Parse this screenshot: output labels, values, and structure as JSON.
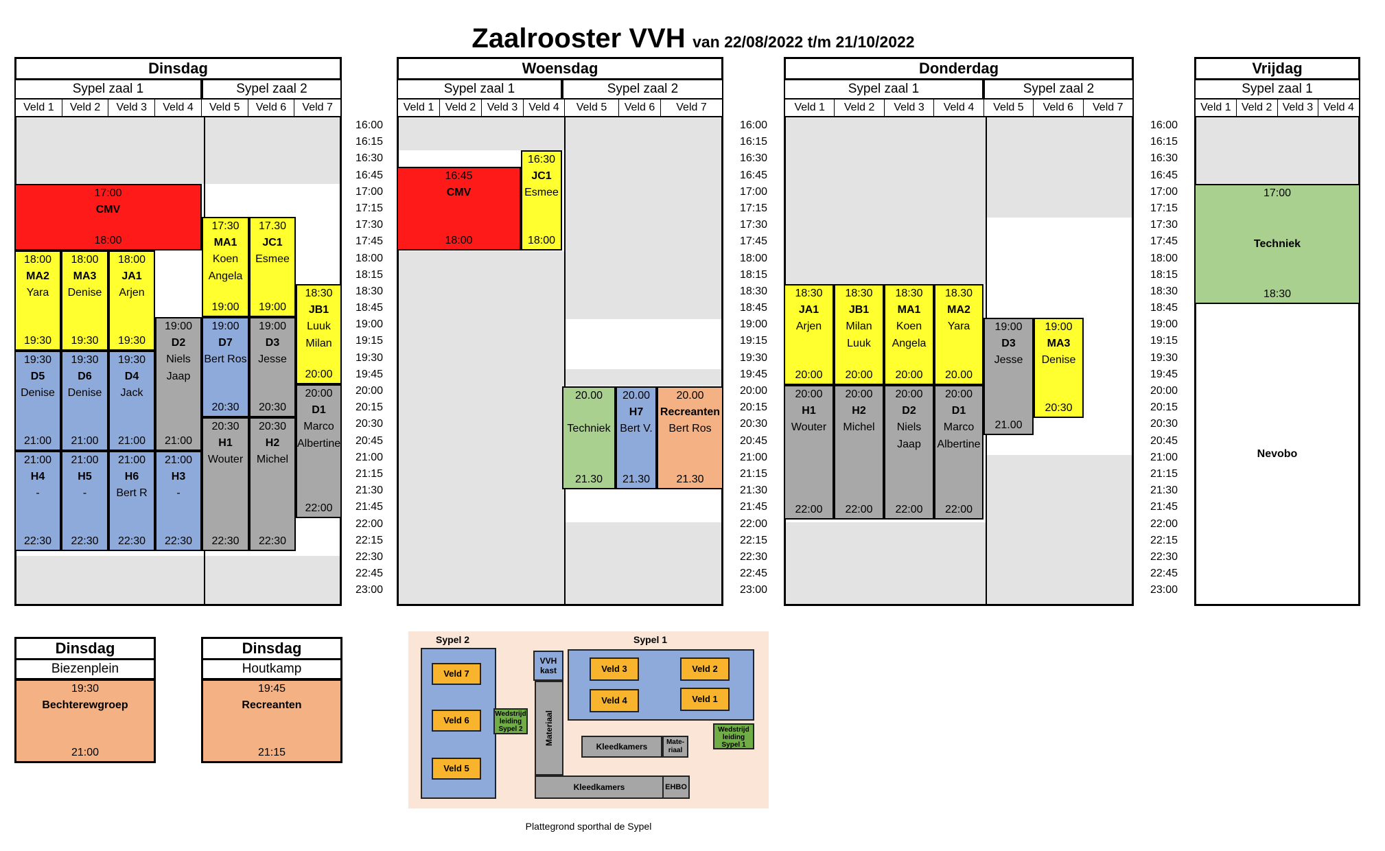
{
  "title": {
    "main": "Zaalrooster VVH",
    "range": "van 22/08/2022 t/m 21/10/2022"
  },
  "times": [
    "16:00",
    "16:15",
    "16:30",
    "16:45",
    "17:00",
    "17:15",
    "17:30",
    "17:45",
    "18:00",
    "18:15",
    "18:30",
    "18:45",
    "19:00",
    "19:15",
    "19:30",
    "19:45",
    "20:00",
    "20:15",
    "20:30",
    "20:45",
    "21:00",
    "21:15",
    "21:30",
    "21:45",
    "22:00",
    "22:15",
    "22:30",
    "22:45",
    "23:00"
  ],
  "days": {
    "dinsdag": {
      "name": "Dinsdag",
      "zaal1": "Sypel zaal 1",
      "zaal2": "Sypel zaal 2",
      "velden": [
        "Veld 1",
        "Veld 2",
        "Veld 3",
        "Veld 4",
        "Veld 5",
        "Veld 6",
        "Veld 7"
      ],
      "blocks": [
        {
          "lines": [
            "17:00",
            "CMV"
          ],
          "end": "18:00"
        },
        {
          "lines": [
            "17:30",
            "MA1",
            "Koen",
            "Angela"
          ],
          "end": "19:00"
        },
        {
          "lines": [
            "17.30",
            "JC1",
            "Esmee"
          ],
          "end": "19:00"
        },
        {
          "lines": [
            "18:00",
            "MA2",
            "Yara"
          ],
          "end": "19:30"
        },
        {
          "lines": [
            "18:00",
            "MA3",
            "Denise"
          ],
          "end": "19:30"
        },
        {
          "lines": [
            "18:00",
            "JA1",
            "Arjen"
          ],
          "end": "19:30"
        },
        {
          "lines": [
            "18:30",
            "JB1",
            "Luuk",
            "Milan"
          ],
          "end": "20:00"
        },
        {
          "lines": [
            "19:00",
            "D2",
            "Niels",
            "Jaap"
          ],
          "end": "21:00"
        },
        {
          "lines": [
            "19:00",
            "D7",
            "Bert Ros"
          ],
          "end": "20:30"
        },
        {
          "lines": [
            "19:00",
            "D3",
            "Jesse"
          ],
          "end": "20:30"
        },
        {
          "lines": [
            "19:30",
            "D5",
            "Denise"
          ],
          "end": "21:00"
        },
        {
          "lines": [
            "19:30",
            "D6",
            "Denise"
          ],
          "end": "21:00"
        },
        {
          "lines": [
            "19:30",
            "D4",
            "Jack"
          ],
          "end": "21:00"
        },
        {
          "lines": [
            "20:00",
            "D1",
            "Marco",
            "Albertine"
          ],
          "end": "22:00"
        },
        {
          "lines": [
            "20:30",
            "H1",
            "Wouter"
          ],
          "end": "22:30"
        },
        {
          "lines": [
            "20:30",
            "H2",
            "Michel"
          ],
          "end": "22:30"
        },
        {
          "lines": [
            "21:00",
            "H4",
            "-"
          ],
          "end": "22:30"
        },
        {
          "lines": [
            "21:00",
            "H5",
            "-"
          ],
          "end": "22:30"
        },
        {
          "lines": [
            "21:00",
            "H6",
            "Bert R"
          ],
          "end": "22:30"
        },
        {
          "lines": [
            "21:00",
            "H3",
            "-"
          ],
          "end": "22:30"
        }
      ]
    },
    "woensdag": {
      "name": "Woensdag",
      "zaal1": "Sypel zaal 1",
      "zaal2": "Sypel zaal 2",
      "velden": [
        "Veld 1",
        "Veld 2",
        "Veld 3",
        "Veld 4",
        "Veld 5",
        "Veld 6",
        "Veld 7"
      ],
      "blocks": [
        {
          "lines": [
            "16:45",
            "CMV"
          ],
          "end": "18:00"
        },
        {
          "lines": [
            "16:30",
            "JC1",
            "Esmee"
          ],
          "end": "18:00"
        },
        {
          "lines": [
            "20.00",
            "",
            "",
            "Techniek"
          ],
          "end": "21.30"
        },
        {
          "lines": [
            "20.00",
            "H7",
            "",
            "Bert V."
          ],
          "end": "21.30"
        },
        {
          "lines": [
            "20.00",
            "Recreanten",
            "",
            "Bert Ros"
          ],
          "end": "21.30"
        }
      ]
    },
    "donderdag": {
      "name": "Donderdag",
      "zaal1": "Sypel zaal 1",
      "zaal2": "Sypel zaal  2",
      "velden": [
        "Veld 1",
        "Veld 2",
        "Veld 3",
        "Veld 4",
        "Veld 5",
        "Veld 6",
        "Veld 7"
      ],
      "blocks": [
        {
          "lines": [
            "18:30",
            "JA1",
            "",
            "Arjen"
          ],
          "end": "20:00"
        },
        {
          "lines": [
            "18:30",
            "JB1",
            "",
            "Milan",
            "Luuk"
          ],
          "end": "20:00"
        },
        {
          "lines": [
            "18:30",
            "MA1",
            "",
            "Koen",
            "Angela"
          ],
          "end": "20:00"
        },
        {
          "lines": [
            "18.30",
            "MA2",
            "",
            "Yara"
          ],
          "end": "20.00"
        },
        {
          "lines": [
            "19:00",
            "D3",
            "",
            "Jesse"
          ],
          "end": "21.00"
        },
        {
          "lines": [
            "19:00",
            "MA3",
            "",
            "Denise"
          ],
          "end": "20:30"
        },
        {
          "lines": [
            "20:00",
            "H1",
            "",
            "Wouter"
          ],
          "end": "22:00"
        },
        {
          "lines": [
            "20:00",
            "H2",
            "",
            "Michel"
          ],
          "end": "22:00"
        },
        {
          "lines": [
            "20:00",
            "D2",
            "",
            "Niels",
            "Jaap"
          ],
          "end": "22:00"
        },
        {
          "lines": [
            "20:00",
            "D1",
            "",
            "Marco",
            "Albertine"
          ],
          "end": "22:00"
        }
      ]
    },
    "vrijdag": {
      "name": "Vrijdag",
      "zaal1": "Sypel zaal 1",
      "velden": [
        "Veld 1",
        "Veld 2",
        "Veld 3",
        "Veld 4"
      ],
      "blocks": [
        {
          "lines": [
            "17:00",
            "",
            "",
            "",
            "Techniek"
          ],
          "end": "18:30"
        },
        {
          "lines": [
            "Nevobo"
          ]
        }
      ]
    }
  },
  "extra": [
    {
      "day": "Dinsdag",
      "place": "Biezenplein",
      "start": "19:30",
      "name": "Bechterewgroep",
      "end": "21:00"
    },
    {
      "day": "Dinsdag",
      "place": "Houtkamp",
      "start": "19:45",
      "name": "Recreanten",
      "end": "21:15"
    }
  ],
  "plan": {
    "sypel2": "Sypel  2",
    "sypel1": "Sypel  1",
    "veld7": "Veld  7",
    "veld6": "Veld  6",
    "veld5": "Veld  5",
    "veld3": "Veld  3",
    "veld2": "Veld  2",
    "veld4": "Veld  4",
    "veld1": "Veld  1",
    "kast": "VVH kast",
    "materiaal": "Materiaal",
    "kleed1": "Kleedkamers",
    "materiaal2": "Mate- riaal",
    "kleed2": "Kleedkamers",
    "ehbo": "EHBO",
    "wed2": "Wedstrijd leiding Sypel 2",
    "wed1": "Wedstrijd leiding Sypel 1",
    "caption": "Plattegrond sporthal de Sypel"
  }
}
